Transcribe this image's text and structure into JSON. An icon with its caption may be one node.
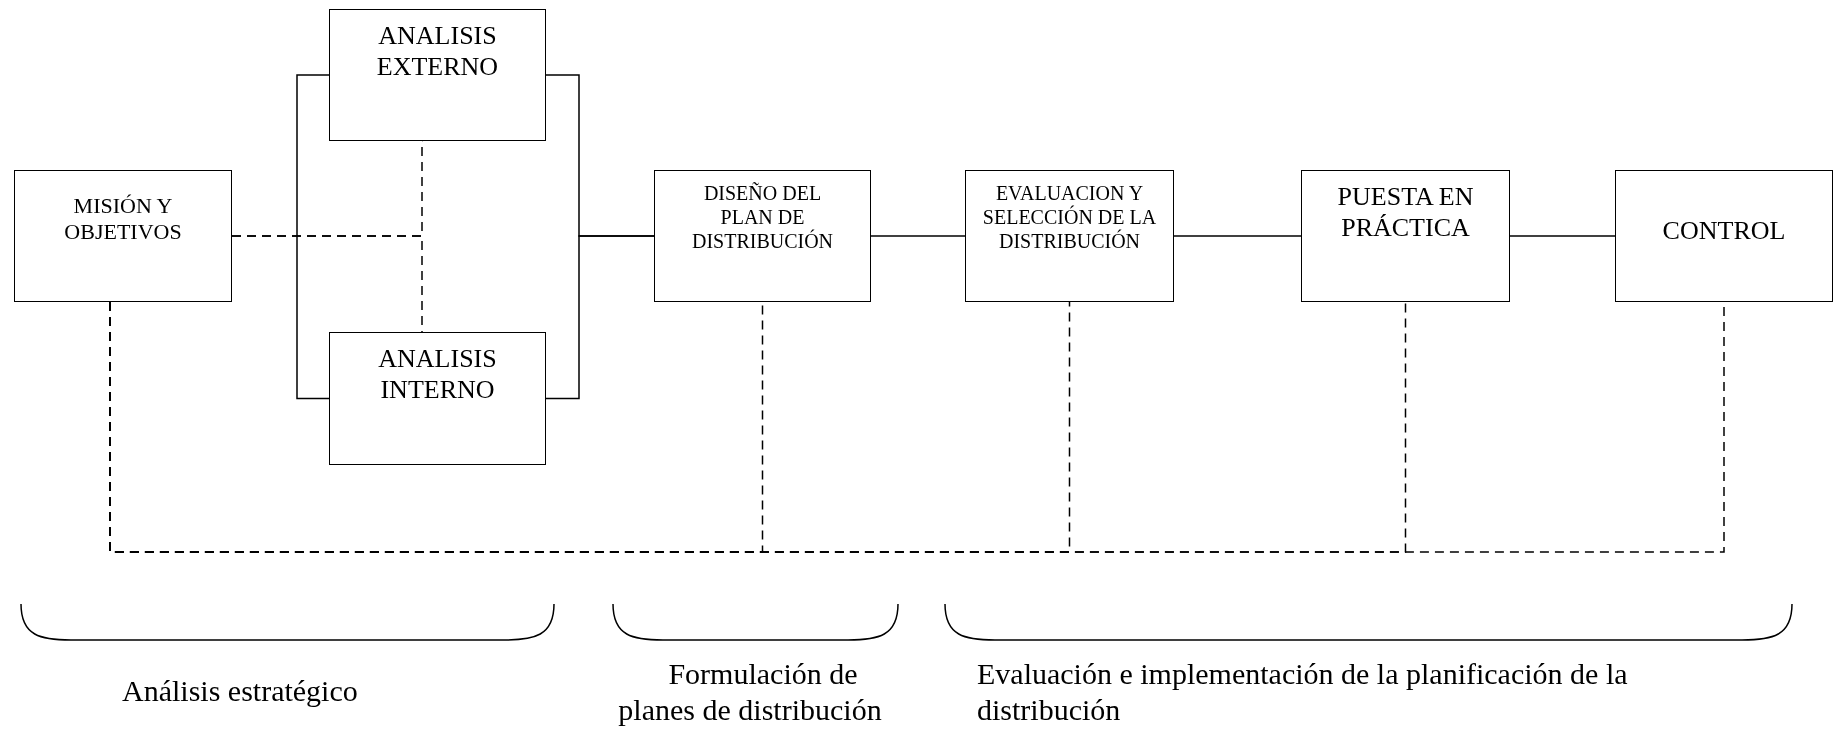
{
  "diagram": {
    "nodes": [
      {
        "text": [
          "MISIÓN Y OBJETIVOS"
        ]
      },
      {
        "text": [
          "ANALISIS EXTERNO"
        ]
      },
      {
        "text": [
          "ANALISIS INTERNO"
        ]
      },
      {
        "text": [
          "DISEÑO DEL PLAN DE DISTRIBUCIÓN"
        ]
      },
      {
        "text": [
          "EVALUACION Y SELECCIÓN DE LA DISTRIBUCIÓN"
        ]
      },
      {
        "text": [
          "PUESTA EN PRÁCTICA"
        ]
      },
      {
        "text": [
          "CONTROL"
        ]
      }
    ],
    "edges": [
      {
        "from": 0,
        "to": 1,
        "arrow": "none",
        "style": "dashed"
      },
      {
        "from": 0,
        "to": 2,
        "arrow": "none",
        "style": "dashed"
      },
      {
        "from": 1,
        "to": 3,
        "arrow": "none"
      },
      {
        "from": 2,
        "to": 3,
        "arrow": "none"
      },
      {
        "from": 1,
        "to": 2,
        "arrow": "none"
      },
      {
        "from": 3,
        "to": 4,
        "arrow": "none"
      },
      {
        "from": 4,
        "to": 5,
        "arrow": "none"
      },
      {
        "from": 5,
        "to": 6,
        "arrow": "none"
      },
      {
        "from": 0,
        "to": 3,
        "arrow": "none",
        "style": "dashed"
      },
      {
        "from": 0,
        "to": 4,
        "arrow": "none",
        "style": "dashed"
      },
      {
        "from": 0,
        "to": 5,
        "arrow": "none",
        "style": "dashed"
      },
      {
        "from": 0,
        "to": 6,
        "arrow": "none",
        "style": "dashed"
      }
    ],
    "labels": [
      "Análisis estratégico",
      "Formulación de planes de distribución",
      "Evaluación e implementación de la planificación de la distribución"
    ]
  }
}
